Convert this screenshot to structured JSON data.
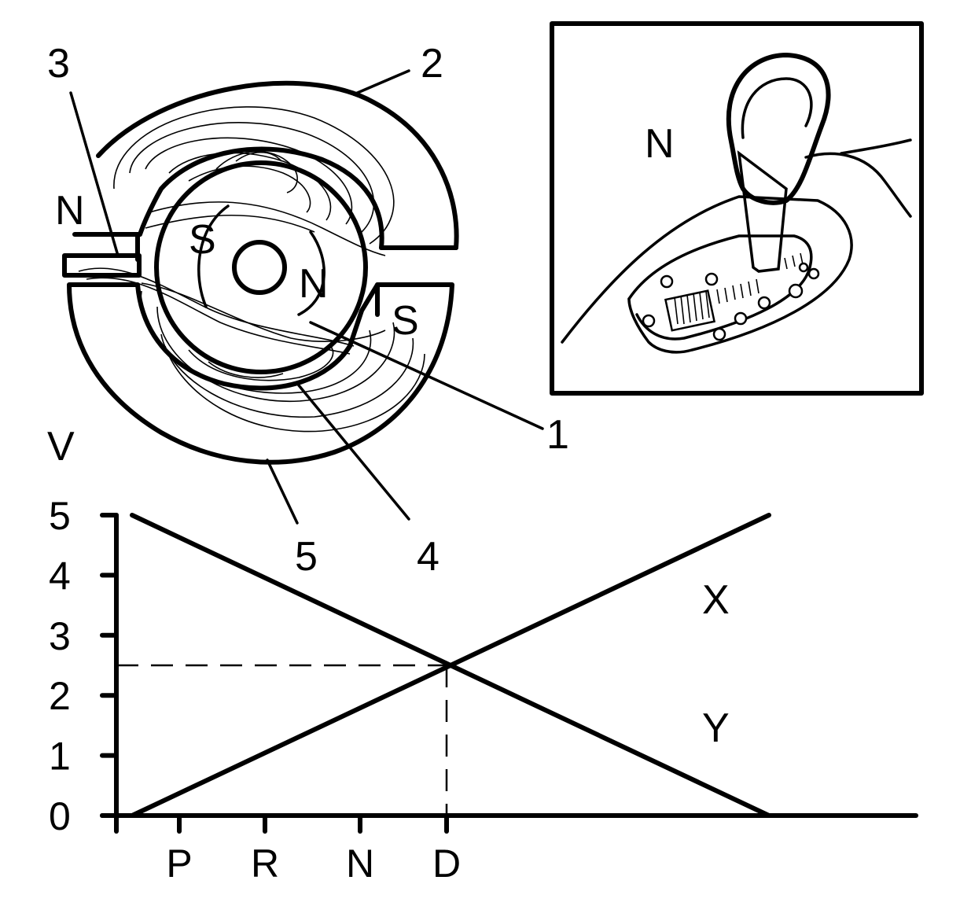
{
  "colors": {
    "ink": "#000000",
    "paper": "#ffffff"
  },
  "sensor_diagram": {
    "callouts": [
      "1",
      "2",
      "3",
      "4",
      "5"
    ],
    "pole_labels": {
      "stator_left": "N",
      "rotor_left": "S",
      "rotor_center": "N",
      "stator_right": "S"
    }
  },
  "inset": {
    "position_label": "N"
  },
  "chart_data": {
    "type": "line",
    "ylabel": "V",
    "ylim": [
      0,
      5
    ],
    "yticks": [
      0,
      1,
      2,
      3,
      4,
      5
    ],
    "x_ticks": [
      "P",
      "R",
      "N",
      "D"
    ],
    "series": [
      {
        "name": "X",
        "start": 0,
        "end": 5
      },
      {
        "name": "Y",
        "start": 5,
        "end": 0
      }
    ],
    "crossing": {
      "at": "D",
      "value": 2.5
    },
    "grid": false
  }
}
